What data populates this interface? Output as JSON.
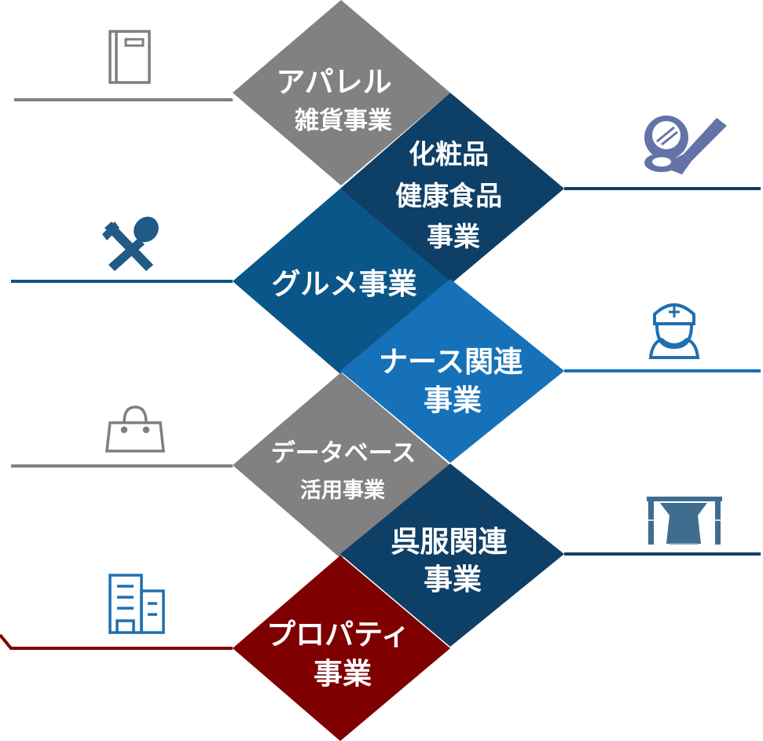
{
  "colors": {
    "gray": "#818181",
    "navy": "#0e3f67",
    "teal_blue": "#0b5688",
    "bright_blue": "#1671b8",
    "dark_red": "#7f0000",
    "icon_gray": "#7f7f7f",
    "icon_purple": "#6373a8",
    "icon_navy": "#205a85",
    "icon_blue": "#1f6fb1"
  },
  "businesses": [
    {
      "id": "apparel",
      "lines": [
        "アパレル",
        "雑貨事業"
      ],
      "icon": "book-icon",
      "color": "#818181",
      "side": "left"
    },
    {
      "id": "cosmetics",
      "lines": [
        "化粧品",
        "健康食品",
        "事業"
      ],
      "icon": "makeup-icon",
      "color": "#0e3f67",
      "side": "right"
    },
    {
      "id": "gourmet",
      "lines": [
        "グルメ事業"
      ],
      "icon": "fork-spoon-icon",
      "color": "#0b5688",
      "side": "left"
    },
    {
      "id": "nurse",
      "lines": [
        "ナース関連",
        "事業"
      ],
      "icon": "nurse-icon",
      "color": "#1671b8",
      "side": "right"
    },
    {
      "id": "database",
      "lines": [
        "データベース",
        "活用事業"
      ],
      "icon": "shopping-bag-icon",
      "color": "#818181",
      "side": "left"
    },
    {
      "id": "kimono",
      "lines": [
        "呉服関連",
        "事業"
      ],
      "icon": "kimono-icon",
      "color": "#0e3f67",
      "side": "right"
    },
    {
      "id": "property",
      "lines": [
        "プロパティ",
        "事業"
      ],
      "icon": "building-icon",
      "color": "#7f0000",
      "side": "left"
    }
  ]
}
